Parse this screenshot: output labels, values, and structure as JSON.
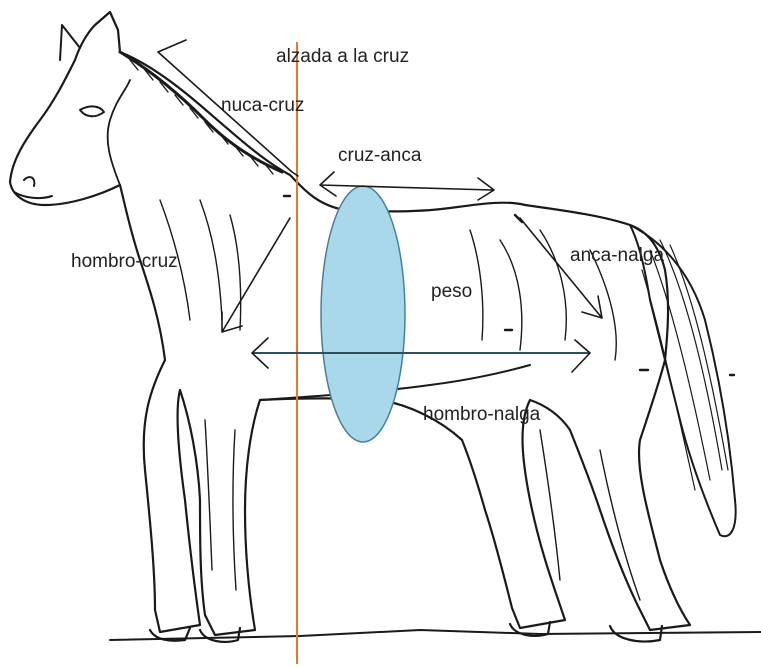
{
  "labels": {
    "alzada": "alzada a la cruz",
    "nuca_cruz": "nuca-cruz",
    "cruz_anca": "cruz-anca",
    "hombro_cruz": "hombro-cruz",
    "anca_nalga": "anca-nalga",
    "peso": "peso",
    "hombro_nalga": "hombro-nalga"
  },
  "colors": {
    "ink": "#1a1a1a",
    "vertical_line": "#e07a2e",
    "body_ellipse_fill": "#a8d8ea",
    "body_ellipse_stroke": "#4a7f9a",
    "horizontal_line": "#2f4f5f"
  }
}
